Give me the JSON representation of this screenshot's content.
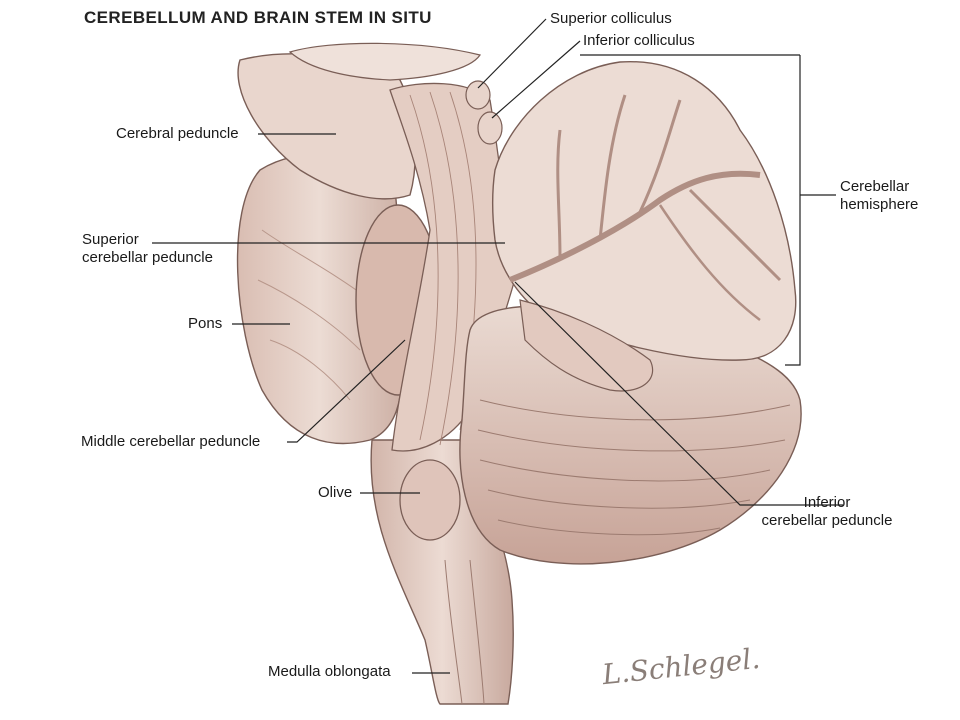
{
  "title": "CEREBELLUM AND BRAIN STEM IN SITU",
  "labels": {
    "superior_colliculus": "Superior colliculus",
    "inferior_colliculus": "Inferior colliculus",
    "cerebral_peduncle": "Cerebral peduncle",
    "cerebellar_hemisphere_line1": "Cerebellar",
    "cerebellar_hemisphere_line2": "hemisphere",
    "superior_cerebellar_peduncle_line1": "Superior",
    "superior_cerebellar_peduncle_line2": "cerebellar peduncle",
    "pons": "Pons",
    "middle_cerebellar_peduncle": "Middle cerebellar peduncle",
    "olive": "Olive",
    "inferior_cerebellar_peduncle_line1": "Inferior",
    "inferior_cerebellar_peduncle_line2": "cerebellar peduncle",
    "medulla_oblongata": "Medulla oblongata"
  },
  "signature": "L.Schlegel.",
  "colors": {
    "tissue": "#e6cfc6",
    "tissue_shadow": "#c9a89c",
    "tissue_dark": "#a8857a",
    "outline": "#7a5e56",
    "leader_line": "#222222"
  }
}
